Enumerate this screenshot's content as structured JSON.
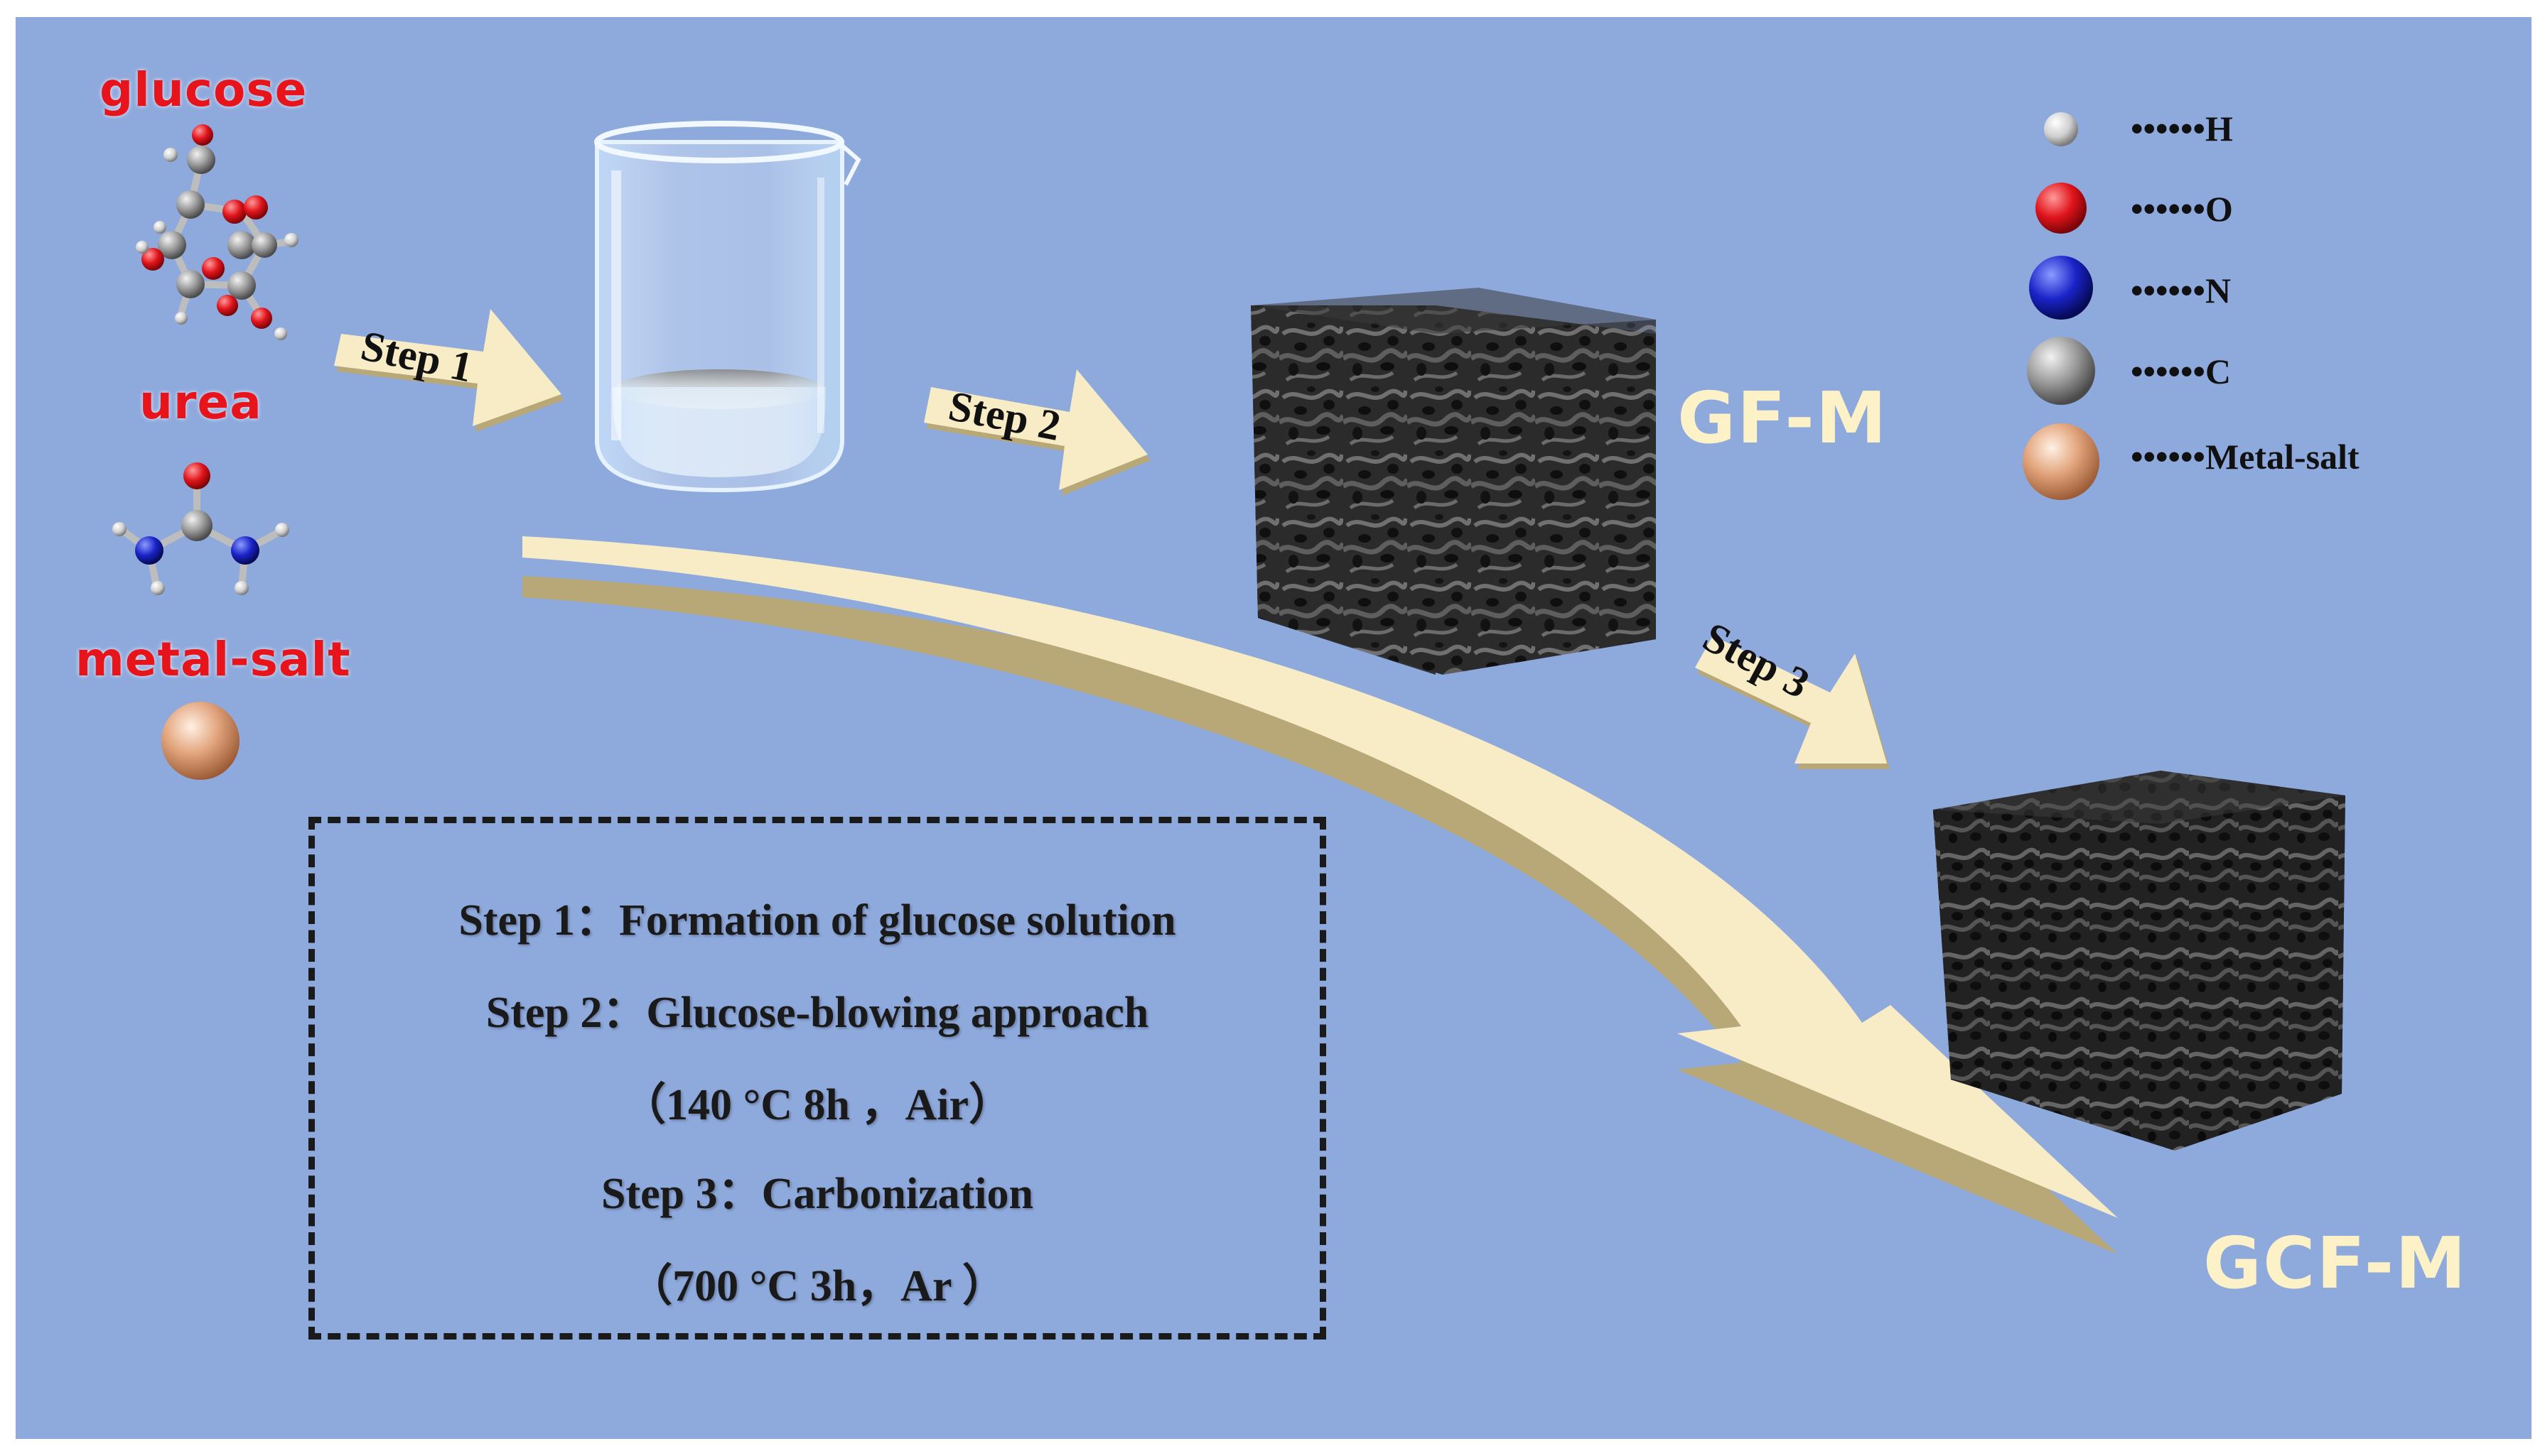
{
  "reagents": {
    "glucose": "glucose",
    "urea": "urea",
    "metal_salt": "metal-salt"
  },
  "arrows": {
    "step1": "Step 1",
    "step2": "Step 2",
    "step3": "Step 3"
  },
  "products": {
    "gf": "GF-M",
    "gcf": "GCF-M"
  },
  "legend": [
    {
      "label": "••••••H",
      "color": "#d9d9d9"
    },
    {
      "label": "••••••O",
      "color": "#e0141b"
    },
    {
      "label": "••••••N",
      "color": "#1a23c8"
    },
    {
      "label": "••••••C",
      "color": "#9a9a9a"
    },
    {
      "label": "••••••Metal-salt",
      "color": "#e2a47c"
    }
  ],
  "steps_box": {
    "line1": "Step 1：Formation of glucose solution",
    "line2": "Step 2：Glucose-blowing approach",
    "line3": "（140 °C 8h ，Air）",
    "line4": "Step 3：Carbonization",
    "line5": "（700 °C 3h，Ar ）"
  },
  "colors": {
    "background": "#8ea9dc",
    "arrow_fill": "#f7ecc6",
    "reagent_text": "#e8141b",
    "product_text": "#fdf1c7"
  }
}
